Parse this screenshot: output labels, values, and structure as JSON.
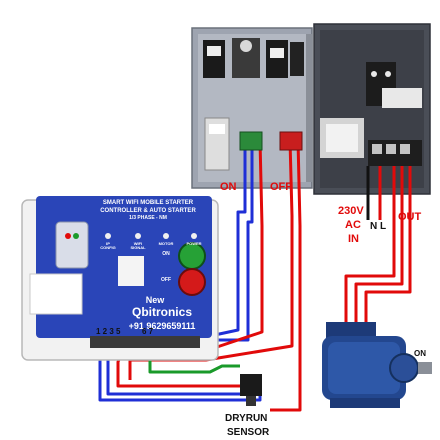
{
  "labels": {
    "on": "ON",
    "off": "OFF",
    "voltage": "230V",
    "ac": "AC",
    "in": "IN",
    "n": "N",
    "l": "L",
    "out": "OUT",
    "dryrun_1": "DRYRUN",
    "dryrun_2": "SENSOR",
    "motor_on": "ON"
  },
  "controller": {
    "title_1": "SMART WIFI MOBILE STARTER",
    "title_2": "CONTROLLER & AUTO STARTER",
    "title_3": "1/3 PHASE - NM",
    "ind_1": "IP",
    "ind_1b": "CONFIG",
    "ind_2": "WIFI",
    "ind_2b": "SIGNAL",
    "ind_3": "MOTOR",
    "ind_4": "POWER",
    "on_btn": "ON",
    "off_btn": "OFF",
    "brand_1": "New",
    "brand_2": "Qbitronics",
    "phone": "+91 9629659111",
    "terminals_a": "1 2 3 5",
    "terminals_b": "6 7"
  },
  "colors": {
    "wire_red": "#e10a0a",
    "wire_blue": "#1f2fd6",
    "wire_green": "#1a9a2a",
    "wire_black": "#111111",
    "panel_blue": "#2a45b8",
    "enclosure": "#f2f2f2",
    "panel_gray": "#4a4e57",
    "motor_blue": "#23478f"
  }
}
